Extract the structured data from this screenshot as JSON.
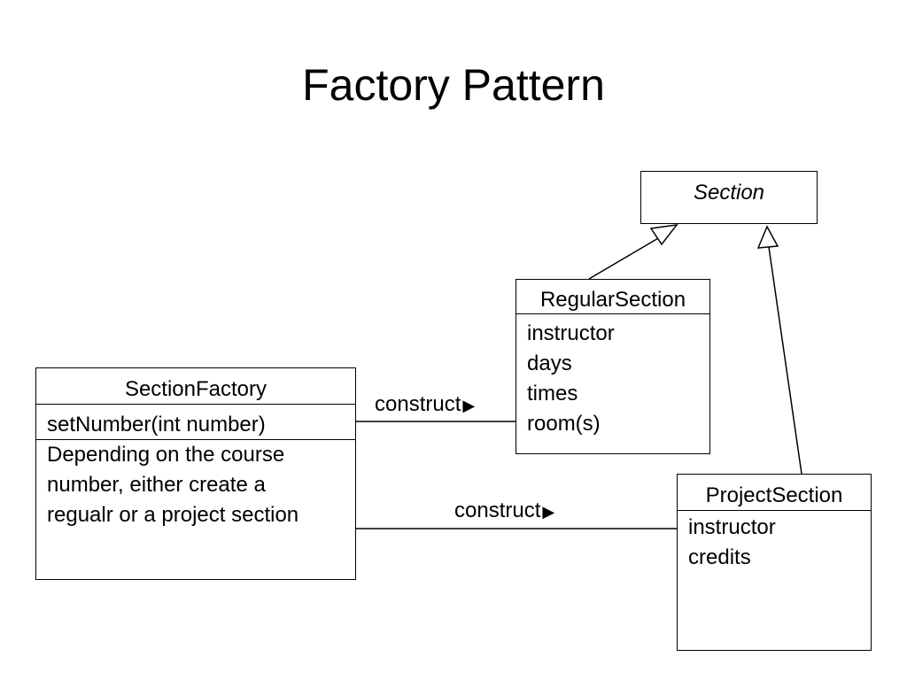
{
  "title": "Factory Pattern",
  "diagram": {
    "section": {
      "name": "Section"
    },
    "regular_section": {
      "name": "RegularSection",
      "attributes": [
        "instructor",
        "days",
        "times",
        "room(s)"
      ]
    },
    "project_section": {
      "name": "ProjectSection",
      "attributes": [
        "instructor",
        "credits"
      ]
    },
    "section_factory": {
      "name": "SectionFactory",
      "method": "setNumber(int number)",
      "notes": [
        "Depending on the course",
        "number, either create a",
        "regualr or a project section"
      ]
    },
    "edges": {
      "factory_to_regular": {
        "label": "construct",
        "arrow": "▶"
      },
      "factory_to_project": {
        "label": "construct",
        "arrow": "▶"
      }
    }
  }
}
